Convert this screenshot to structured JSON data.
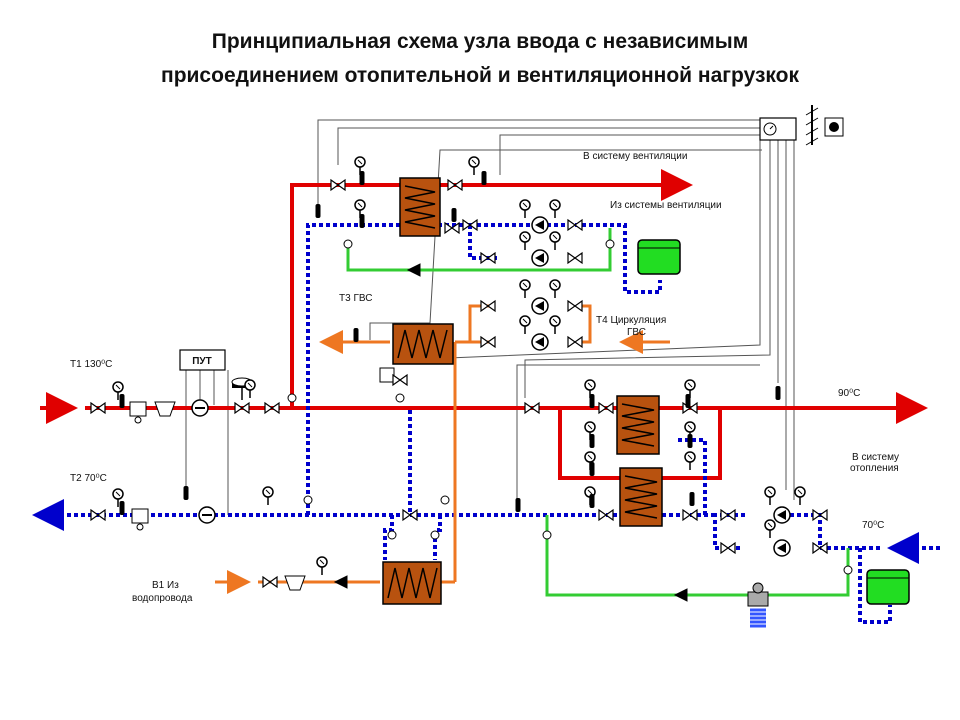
{
  "title": {
    "line1": "Принципиальная схема узла ввода с независимым",
    "line2": "присоединением  отопительной и вентиляционной нагрузкок"
  },
  "labels": {
    "vent_supply": "В систему  вентиляции",
    "vent_return": "Из системы вентиляции",
    "t3": "Т3 ГВС",
    "t4_line1": "Т4 Циркуляция",
    "t4_line2": "ГВС",
    "t1": "Т1 130⁰С",
    "put": "ПУТ",
    "t2": "Т2 70⁰С",
    "t90": "90⁰С",
    "heat_line1": "В систему",
    "heat_line2": "отопления",
    "t70": "70⁰С",
    "b1_line1": "В1 Из",
    "b1_line2": "водопровода"
  },
  "colors": {
    "supply": "#e00000",
    "return": "#0000cc",
    "makeup": "#33cc33",
    "dhw": "#ee7722",
    "exchanger": "#b8520f",
    "tank": "#22dd22",
    "control": "#555555"
  }
}
